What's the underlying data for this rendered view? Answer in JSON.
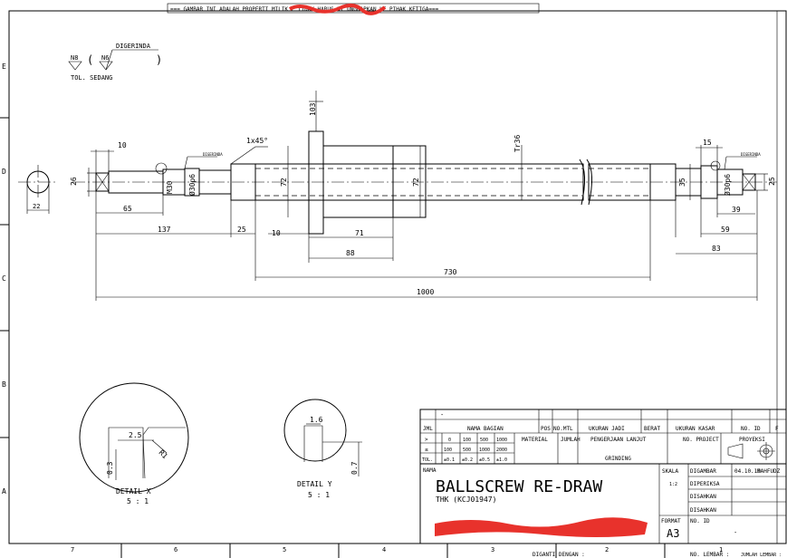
{
  "notice": "=== GAMBAR INI ADALAH PROPERTI MILIK P              TIDAK HARUS DI UNGKAPKAN KE PIHAK KETIGA===",
  "zones": {
    "rows": [
      "E",
      "D",
      "C",
      "B",
      "A"
    ],
    "cols": [
      "7",
      "6",
      "5",
      "4",
      "3",
      "2",
      "1"
    ]
  },
  "surface": {
    "tol_label": "TOL. SEDANG",
    "n8": "N8",
    "n6": "N6",
    "ground_note": "DIGERINDA",
    "small_note_left": "DIGERINDA",
    "small_note_right": "DIGERINDA"
  },
  "dimensions": {
    "d22": "22",
    "d26": "26",
    "d10a": "10",
    "d65": "65",
    "d137": "137",
    "m30": "M30",
    "d30p6a": "Ø30p6",
    "chamfer": "1x45°",
    "d25a": "25",
    "d103": "103",
    "d72a": "72",
    "d72b": "72",
    "d10b": "10",
    "d71": "71",
    "d88": "88",
    "tr36": "Tr36",
    "d730": "730",
    "d1000": "1000",
    "d15": "15",
    "d35": "35",
    "d30p6b": "Ø30p6",
    "d25b": "25",
    "d39": "39",
    "d59": "59",
    "d83": "83"
  },
  "details": {
    "x": {
      "label": "DETAIL X",
      "scale": "5 : 1",
      "d25": "2.5",
      "r1": "R1",
      "d03": "0.3"
    },
    "y": {
      "label": "DETAIL Y",
      "scale": "5 : 1",
      "d16": "1.6",
      "d07": "0.7"
    }
  },
  "title_block": {
    "row_dash": "-",
    "headers": [
      "JML",
      "NAMA BAGIAN",
      "POS",
      "NO.MTL",
      "UKURAN JADI",
      "BERAT",
      "UKURAN KASAR",
      "NO. ID",
      "F"
    ],
    "tol_gt": ">",
    "tol_le": "≤",
    "tol_label": "TOL.",
    "tol_row1": [
      "0",
      "100",
      "500",
      "1000"
    ],
    "tol_row2": [
      "100",
      "500",
      "1000",
      "2000"
    ],
    "tol_row3": [
      "±0.1",
      "±0.2",
      "±0.5",
      "±1.0"
    ],
    "material": "MATERIAL",
    "jumlah": "JUMLAH",
    "lanjut": "PENGERJAAN LANJUT",
    "grinding": "GRINDING",
    "project": "NO. PROJECT",
    "proyeksi": "PROYEKSI",
    "nama": "NAMA",
    "title": "BALLSCREW RE-DRAW",
    "subtitle": "THK (KCJ01947)",
    "skala": "SKALA",
    "skala_val": "1:2",
    "digambar": "DIGAMBAR",
    "date": "04.10.19",
    "drafter": "MAHFUDZ",
    "diperiksa": "DIPERIKSA",
    "disahkan1": "DISAHKAN",
    "disahkan2": "DISAHKAN",
    "format": "FORMAT",
    "format_val": "A3",
    "no_id": "NO. ID",
    "no_id_val": "-",
    "diganti": "DIGANTI DENGAN :",
    "lembar": "NO. LEMBAR :",
    "jumlah_lembar": "JUMLAH LEMBAR :"
  }
}
